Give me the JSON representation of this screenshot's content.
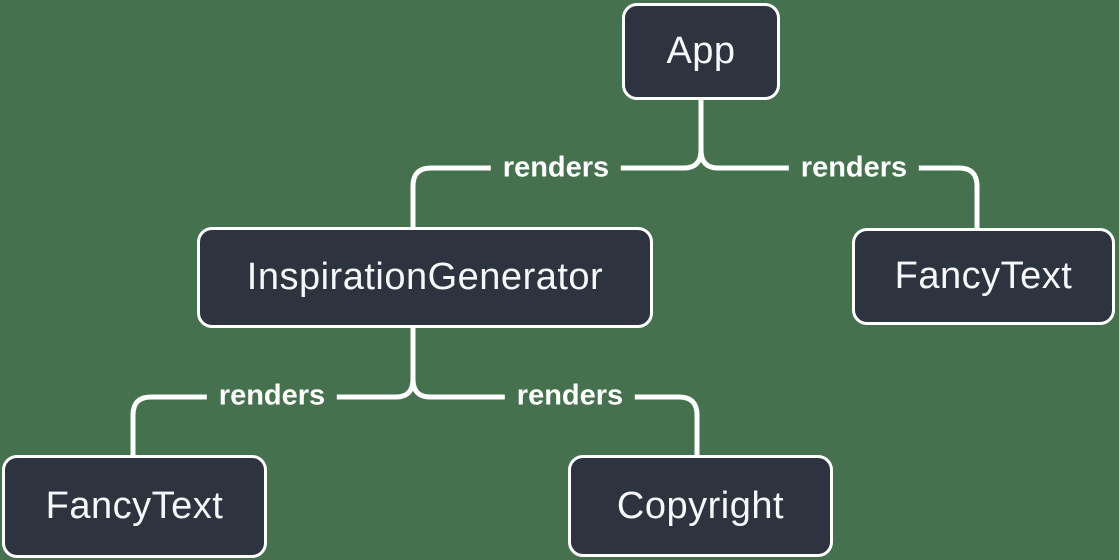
{
  "diagram": {
    "colors": {
      "background": "#46714E",
      "node_fill": "#2D333F",
      "node_border": "#FFFFFF",
      "text": "#F6F7F9",
      "connector": "#FFFFFF"
    },
    "nodes": {
      "app": {
        "label": "App"
      },
      "inspiration_generator": {
        "label": "InspirationGenerator"
      },
      "fancy_text_right": {
        "label": "FancyText"
      },
      "fancy_text_left": {
        "label": "FancyText"
      },
      "copyright": {
        "label": "Copyright"
      }
    },
    "edges": [
      {
        "from": "App",
        "to": "InspirationGenerator",
        "label": "renders"
      },
      {
        "from": "App",
        "to": "FancyText",
        "label": "renders"
      },
      {
        "from": "InspirationGenerator",
        "to": "FancyText",
        "label": "renders"
      },
      {
        "from": "InspirationGenerator",
        "to": "Copyright",
        "label": "renders"
      }
    ]
  }
}
